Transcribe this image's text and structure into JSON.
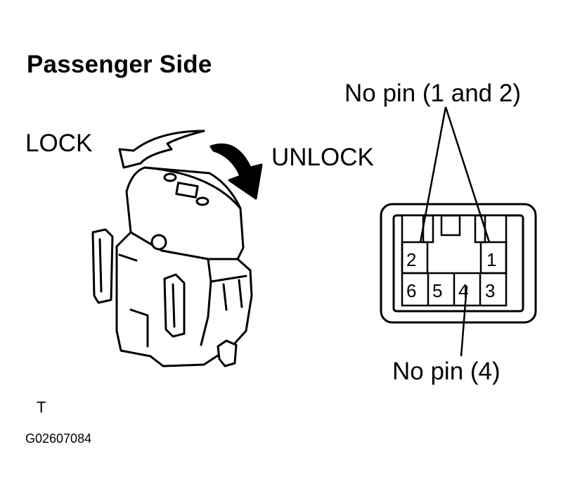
{
  "title": "Passenger Side",
  "switch": {
    "lock_label": "LOCK",
    "unlock_label": "UNLOCK"
  },
  "connector": {
    "pins": [
      "1",
      "2",
      "3",
      "4",
      "5",
      "6"
    ],
    "callout_top": "No pin (1 and 2)",
    "callout_bottom": "No pin (4)"
  },
  "footer": {
    "mark": "T",
    "code": "G02607084"
  }
}
